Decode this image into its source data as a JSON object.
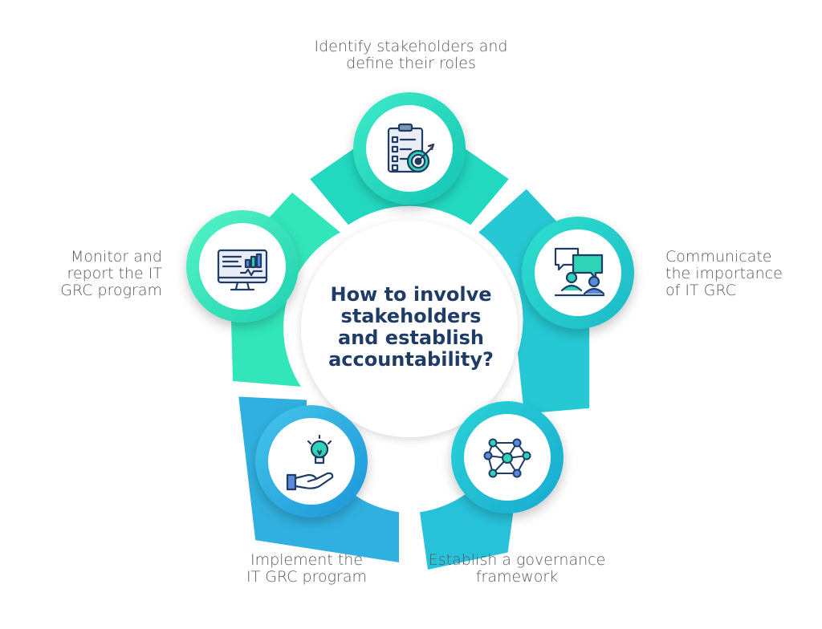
{
  "title": [
    "How to involve",
    "stakeholders",
    "and establish",
    "accountability?"
  ],
  "steps": [
    {
      "lines": [
        "Identify stakeholders and",
        "define their roles"
      ],
      "icon": "clipboard-target-icon",
      "color": "#22d3bd"
    },
    {
      "lines": [
        "Communicate",
        "the importance",
        "of IT GRC"
      ],
      "icon": "chat-people-icon",
      "color": "#25c9d5"
    },
    {
      "lines": [
        "Establish a governance",
        "framework"
      ],
      "icon": "network-nodes-icon",
      "color": "#26c3d9"
    },
    {
      "lines": [
        "Implement the",
        "IT GRC program"
      ],
      "icon": "hand-lightbulb-icon",
      "color": "#2fb2df"
    },
    {
      "lines": [
        "Monitor and",
        "report the IT",
        "GRC program"
      ],
      "icon": "monitor-chart-icon",
      "color": "#2fe8b8"
    }
  ],
  "colors": {
    "title": "#1f3c66",
    "label": "#555a60",
    "icon_outline": "#1f3c66"
  }
}
